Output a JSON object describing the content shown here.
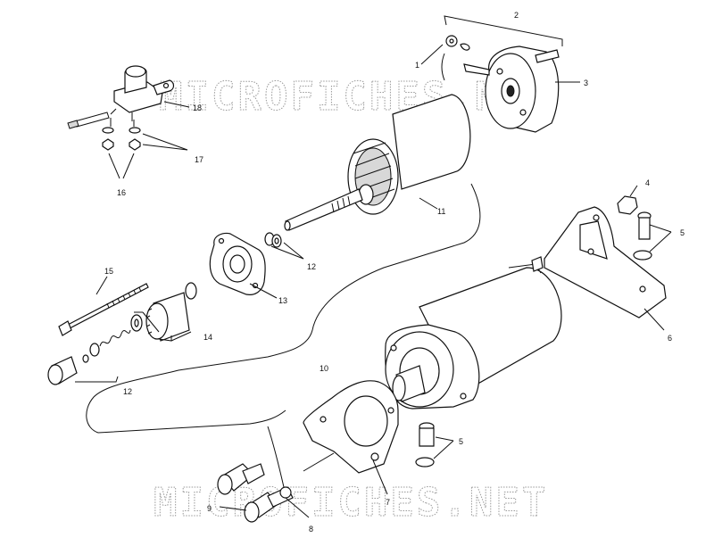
{
  "watermarks": {
    "top": "MICROFICHES.NET",
    "bottom": "MICROFICHES.NET"
  },
  "callouts": {
    "c1": "1",
    "c2": "2",
    "c3": "3",
    "c4": "4",
    "c5a": "5",
    "c5b": "5",
    "c6": "6",
    "c7": "7",
    "c8": "8",
    "c9": "9",
    "c10": "10",
    "c11": "11",
    "c12a": "12",
    "c12b": "12",
    "c13": "13",
    "c14": "14",
    "c15": "15",
    "c16": "16",
    "c17": "17",
    "c18": "18"
  }
}
